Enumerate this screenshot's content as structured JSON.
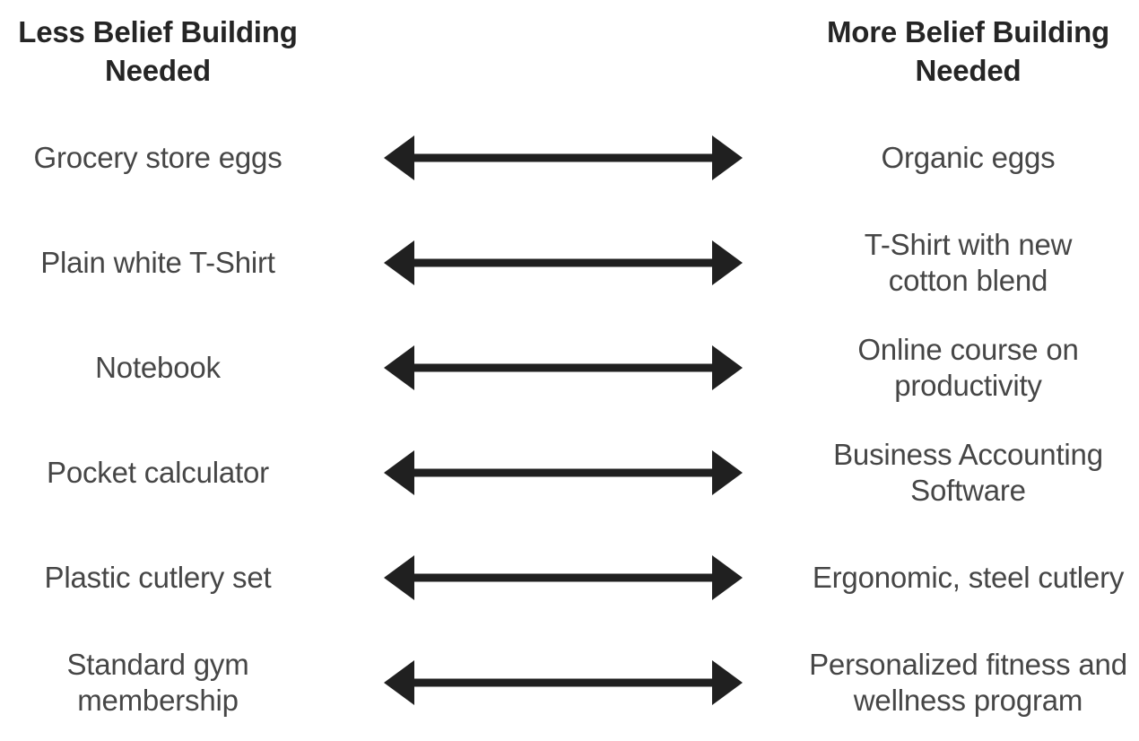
{
  "headers": {
    "left": "Less Belief Building Needed",
    "right": "More Belief Building Needed"
  },
  "rows": [
    {
      "left": "Grocery store eggs",
      "right": "Organic eggs"
    },
    {
      "left": "Plain white T-Shirt",
      "right": "T-Shirt with new\ncotton blend"
    },
    {
      "left": "Notebook",
      "right": "Online course on\nproductivity"
    },
    {
      "left": "Pocket calculator",
      "right": "Business Accounting\nSoftware"
    },
    {
      "left": "Plastic cutlery set",
      "right": "Ergonomic, steel cutlery"
    },
    {
      "left": "Standard gym\nmembership",
      "right": "Personalized fitness and\nwellness program"
    }
  ],
  "icons": {
    "double_arrow": {
      "name": "double-arrow-icon",
      "glyph": "↔"
    }
  },
  "colors": {
    "background": "#ffffff",
    "heading": "#252525",
    "text": "#464646",
    "arrow": "#202020"
  }
}
